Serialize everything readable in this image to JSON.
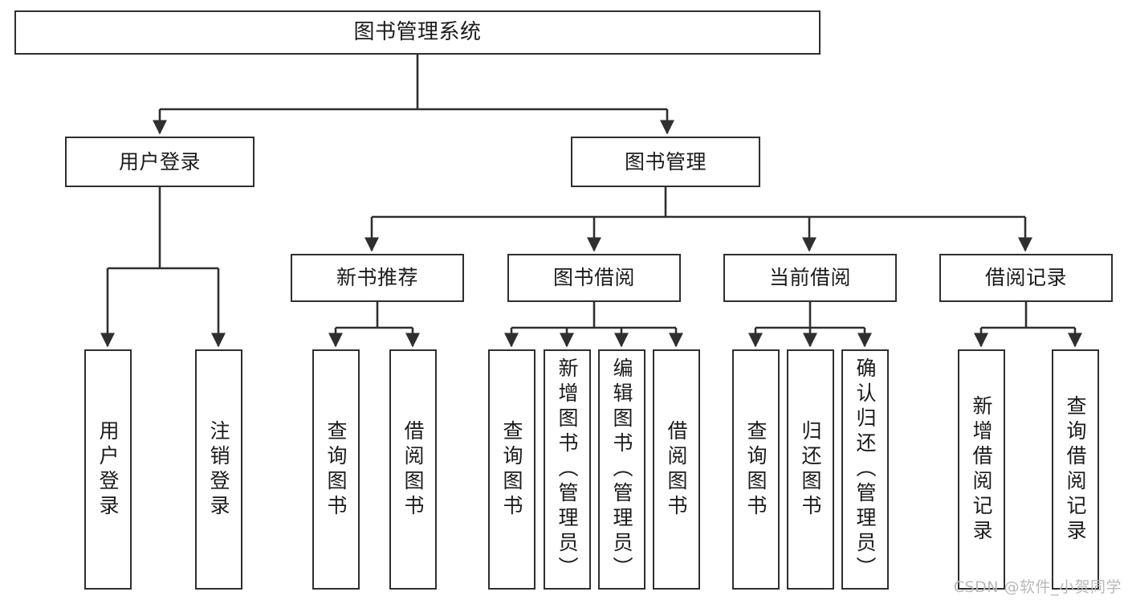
{
  "diagram": {
    "title": "图书管理系统",
    "type": "tree-hierarchy-chart",
    "watermark": "CSDN @软件_小贺同学",
    "colors": {
      "box_border": "#2f2f2f",
      "box_fill": "#ffffff",
      "edge": "#2f2f2f",
      "text": "#1b1b1b",
      "watermark": "#b9b9b9",
      "background": "#ffffff"
    },
    "nodes": {
      "root": {
        "label": "图书管理系统",
        "level": 0
      },
      "level1": [
        {
          "id": "user-login",
          "label": "用户登录"
        },
        {
          "id": "book-management",
          "label": "图书管理"
        }
      ],
      "level2": [
        {
          "id": "new-book-recommend",
          "label": "新书推荐",
          "parent": "book-management"
        },
        {
          "id": "book-borrow",
          "label": "图书借阅",
          "parent": "book-management"
        },
        {
          "id": "current-borrow",
          "label": "当前借阅",
          "parent": "book-management"
        },
        {
          "id": "borrow-record",
          "label": "借阅记录",
          "parent": "book-management"
        }
      ],
      "leaves": {
        "user-login": [
          {
            "id": "leaf-user-login",
            "label": "用户登录"
          },
          {
            "id": "leaf-user-logout",
            "label": "注销登录"
          }
        ],
        "new-book-recommend": [
          {
            "id": "leaf-query-book-1",
            "label": "查询图书"
          },
          {
            "id": "leaf-borrow-book-1",
            "label": "借阅图书"
          }
        ],
        "book-borrow": [
          {
            "id": "leaf-query-book-2",
            "label": "查询图书"
          },
          {
            "id": "leaf-add-book",
            "label": "新增图书（管理员）"
          },
          {
            "id": "leaf-edit-book",
            "label": "编辑图书（管理员）"
          },
          {
            "id": "leaf-borrow-book-2",
            "label": "借阅图书"
          }
        ],
        "current-borrow": [
          {
            "id": "leaf-query-book-3",
            "label": "查询图书"
          },
          {
            "id": "leaf-return-book",
            "label": "归还图书"
          },
          {
            "id": "leaf-confirm-return",
            "label": "确认归还（管理员）"
          }
        ],
        "borrow-record": [
          {
            "id": "leaf-add-record",
            "label": "新增借阅记录"
          },
          {
            "id": "leaf-query-record",
            "label": "查询借阅记录"
          }
        ]
      }
    }
  }
}
